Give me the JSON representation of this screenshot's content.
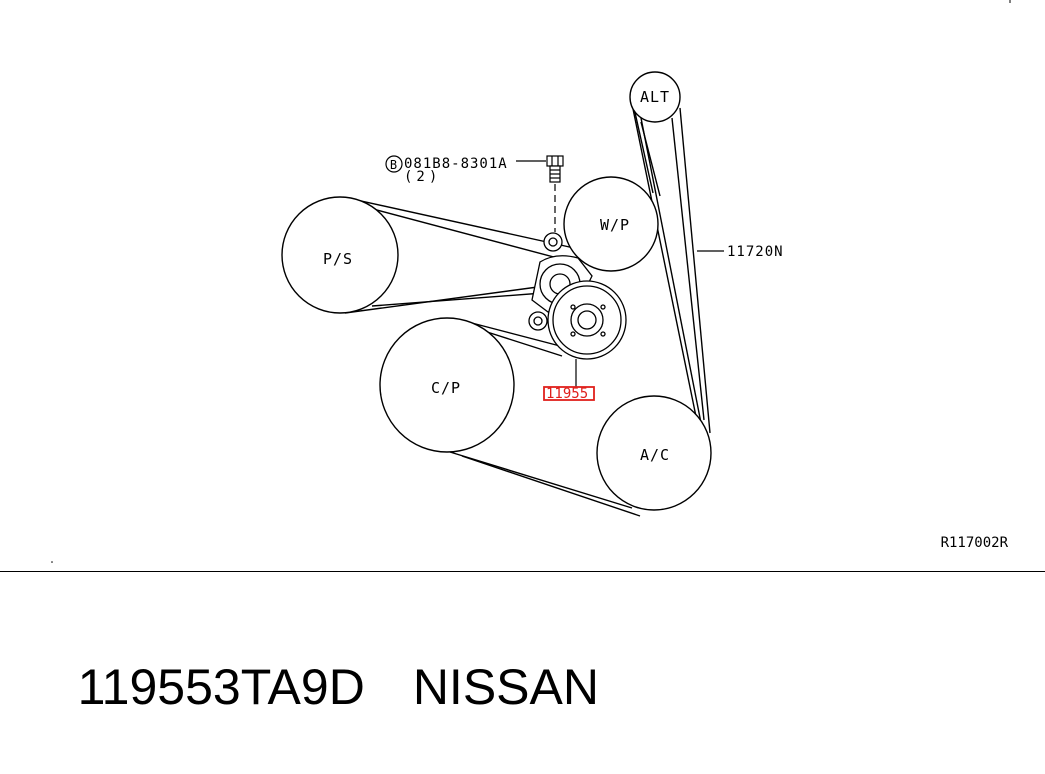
{
  "diagram": {
    "pulleys": {
      "alt": "ALT",
      "wp": "W/P",
      "ps": "P/S",
      "cp": "C/P",
      "ac": "A/C"
    },
    "bolt_symbol": "B",
    "bolt_part": "081B8-8301A",
    "bolt_qty": "(2)",
    "belt_part": "11720N",
    "tensioner_part": "11955",
    "ref_code": "R117002R"
  },
  "footer": {
    "part_number": "119553TA9D",
    "brand": "NISSAN"
  },
  "colors": {
    "line": "#000000",
    "highlight": "#e0201c"
  }
}
